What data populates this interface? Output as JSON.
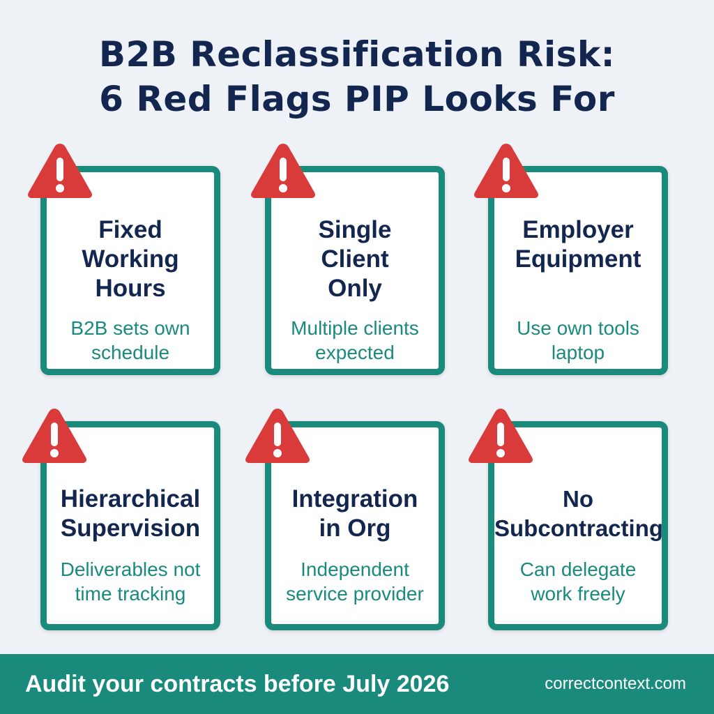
{
  "title": {
    "line1": "B2B Reclassification Risk:",
    "line2": "6 Red Flags PIP Looks For"
  },
  "cards": [
    {
      "title": "Fixed\nWorking\nHours",
      "description": "B2B sets own\nschedule",
      "icon": "warning-triangle-icon"
    },
    {
      "title": "Single\nClient\nOnly",
      "description": "Multiple clients\nexpected",
      "icon": "warning-triangle-icon"
    },
    {
      "title": "Employer\nEquipment",
      "description": "Use own tools\nlaptop",
      "icon": "warning-triangle-icon"
    },
    {
      "title": "Hierarchical\nSupervision",
      "description": "Deliverables not\ntime tracking",
      "icon": "warning-triangle-icon"
    },
    {
      "title": "Integration\nin Org",
      "description": "Independent\nservice provider",
      "icon": "warning-triangle-icon"
    },
    {
      "title": "No\nSubcontracting",
      "description": "Can delegate\nwork freely",
      "icon": "warning-triangle-icon"
    }
  ],
  "footer": {
    "cta": "Audit your contracts before July 2026",
    "site": "correctcontext.com"
  },
  "colors": {
    "background": "#eef1f5",
    "navy": "#13264f",
    "teal": "#1a8a7c",
    "warning_red": "#d93a3a"
  }
}
